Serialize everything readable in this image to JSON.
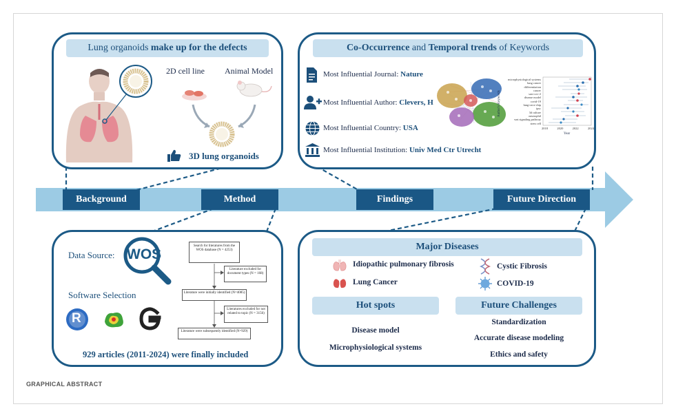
{
  "background_panel": {
    "header_plain": "Lung organoids",
    "header_bold": "make up for the defects",
    "label_2d": "2D cell line",
    "label_animal": "Animal Model",
    "label_3d": "3D lung organoids"
  },
  "findings_panel": {
    "header_bold_1": "Co-Occurrence",
    "header_plain_1": " and ",
    "header_bold_2": "Temporal trends",
    "header_plain_2": " of Keywords",
    "journal_label": "Most Influential Journal: ",
    "journal_value": "Nature",
    "author_label": "Most Influential Author: ",
    "author_value": "Clevers, H",
    "country_label": "Most Influential Country: ",
    "country_value": "USA",
    "institution_label": "Most Influential Institution: ",
    "institution_value": "Univ Med Ctr Utrecht",
    "trend_ylabel": "Author's Keywords",
    "trend_xlabel": "Year",
    "trend_years": [
      "2018",
      "2020",
      "2022",
      "2024"
    ],
    "trend_keywords": [
      "microphysiological systems",
      "lung cancer",
      "differentiation",
      "cancer",
      "sars-cov-2",
      "disease model",
      "covid-19",
      "lung-on-a-chip",
      "ipsc",
      "3d culture",
      "neutrophil",
      "wnt signaling pathway",
      "stem cell"
    ]
  },
  "stages": {
    "background": "Background",
    "method": "Method",
    "findings": "Findings",
    "future": "Future Direction"
  },
  "method_panel": {
    "data_source_label": "Data Source:",
    "wos_label": "WOS",
    "software_label": "Software Selection",
    "r_logo": "R",
    "g_logo": "G",
    "flow_1": "Search for literatures from the WOS database (N = 4253)",
    "flow_2": "Literature excluded for document types (N = 168)",
    "flow_3": "Literature were initially identified (N=4085)",
    "flow_4": "Literatures excluded for not related to topic (N = 3156)",
    "flow_5": "Literature were subsequently identified (N=929)",
    "summary": "929 articles (2011-2024) were finally included"
  },
  "future_panel": {
    "diseases_header": "Major Diseases",
    "disease_1": "Idiopathic pulmonary fibrosis",
    "disease_2": "Lung Cancer",
    "disease_3": "Cystic Fibrosis",
    "disease_4": "COVID-19",
    "hotspots_header": "Hot spots",
    "hotspot_1": "Disease model",
    "hotspot_2": "Microphysiological systems",
    "challenges_header": "Future Challenges",
    "challenge_1": "Standardization",
    "challenge_2": "Accurate disease modeling",
    "challenge_3": "Ethics and safety"
  },
  "footer": {
    "title": "GRAPHICAL ABSTRACT"
  },
  "colors": {
    "panel_border": "#1c5a86",
    "header_bg": "#c9e0ef",
    "stage_bg": "#1a5785",
    "arrow_fill": "#9ccbe4"
  }
}
